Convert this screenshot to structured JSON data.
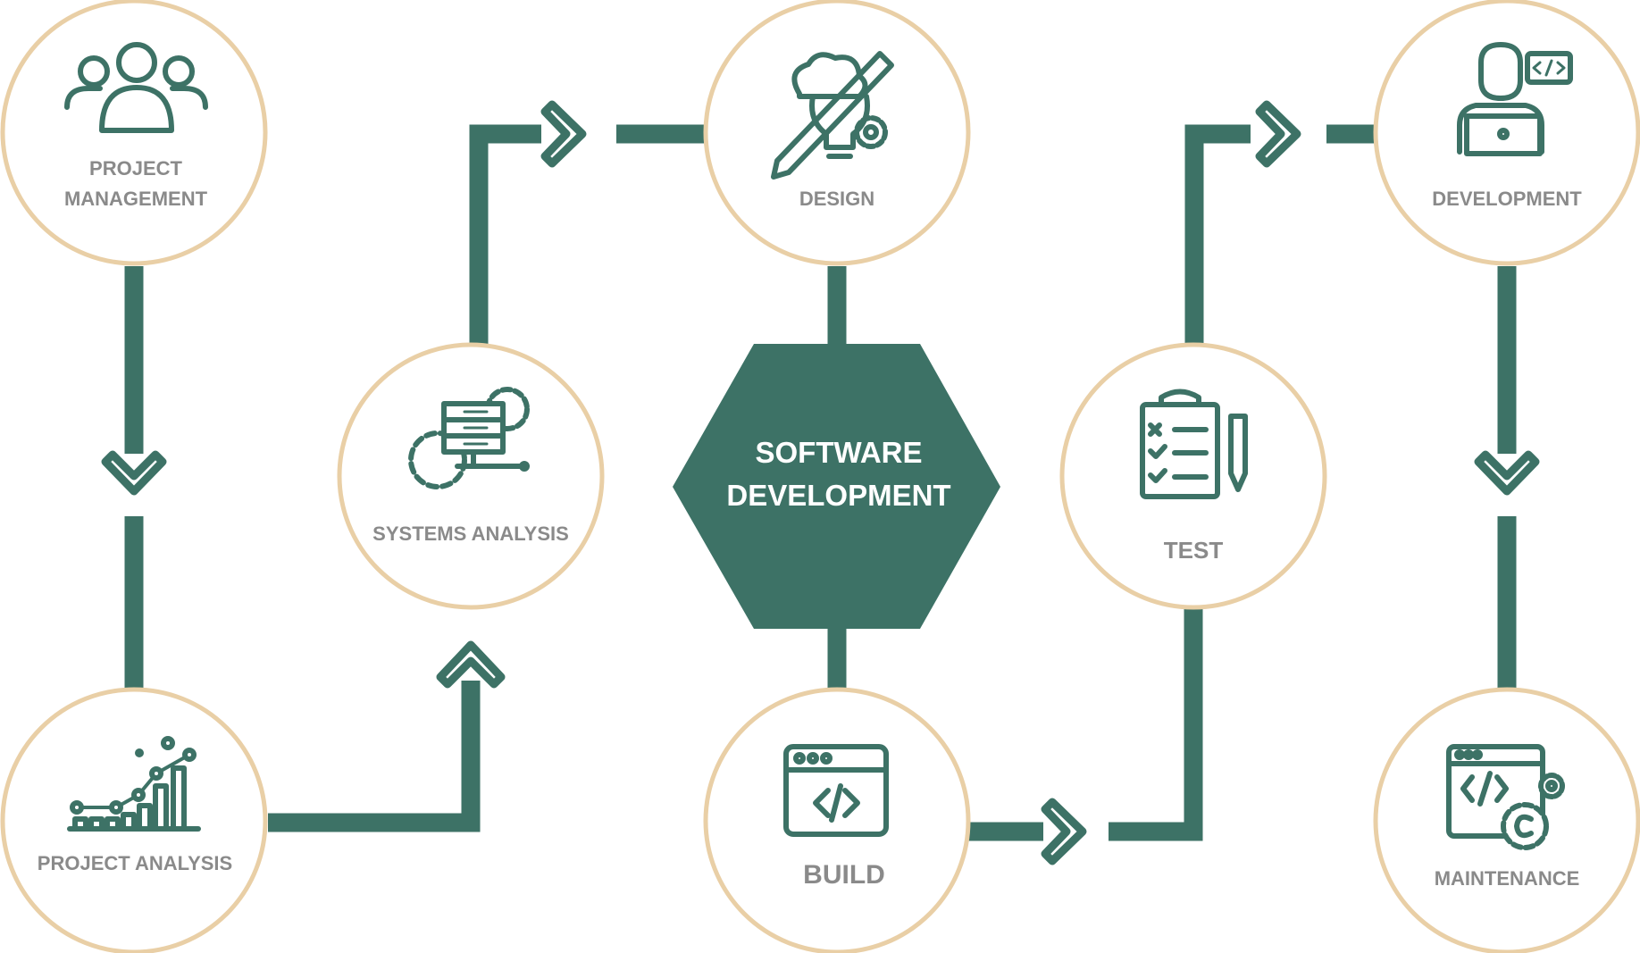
{
  "colors": {
    "accent": "#3d7266",
    "ring": "#e9cfa6",
    "label": "#8a8a8a",
    "background": "#ffffff"
  },
  "center": {
    "line1": "SOFTWARE",
    "line2": "DEVELOPMENT"
  },
  "stages": {
    "project_management": {
      "line1": "PROJECT",
      "line2": "MANAGEMENT",
      "icon": "team-icon"
    },
    "project_analysis": {
      "label": "PROJECT ANALYSIS",
      "icon": "growth-chart-icon"
    },
    "systems_analysis": {
      "label": "SYSTEMS ANALYSIS",
      "icon": "server-gear-icon"
    },
    "design": {
      "label": "DESIGN",
      "icon": "idea-pencil-icon"
    },
    "build": {
      "label": "BUILD",
      "icon": "code-window-icon"
    },
    "test": {
      "label": "TEST",
      "icon": "checklist-icon"
    },
    "development": {
      "label": "DEVELOPMENT",
      "icon": "developer-icon"
    },
    "maintenance": {
      "label": "MAINTENANCE",
      "icon": "code-settings-icon"
    }
  }
}
